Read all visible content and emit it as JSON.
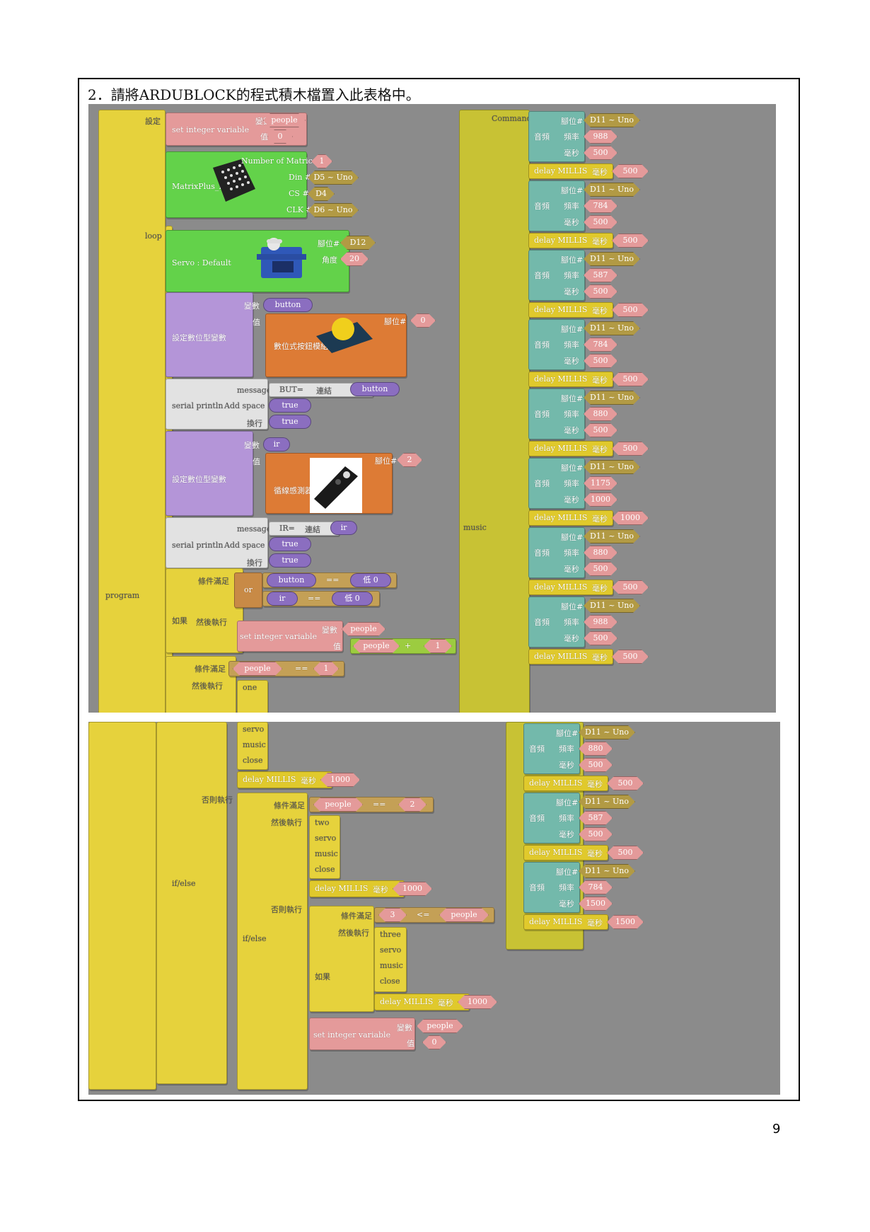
{
  "heading": "2．請將ARDUBLOCK的程式積木檔置入此表格中。",
  "page_number": "9",
  "left": {
    "program": "program",
    "setup": "設定",
    "loop": "loop",
    "set_int_label": "set integer variable",
    "var_label": "變數",
    "val_label": "值",
    "people": "people",
    "zero": "0",
    "one": "1",
    "two": "2",
    "three": "3",
    "matrix_label": "MatrixPlus_Init",
    "num_matrices": "Number of Matrices",
    "din": "Din #",
    "cs": "CS #",
    "clk": "CLK #",
    "din_val": "D5 ~ Uno",
    "cs_val": "D4",
    "clk_val": "D6 ~ Uno",
    "servo_label": "Servo : Default",
    "pin_label": "腳位#",
    "angle_label": "角度",
    "servo_pin": "D12",
    "servo_angle": "20",
    "set_digital": "設定數位型變數",
    "button": "button",
    "ir": "ir",
    "button_module": "數位式按鈕模組",
    "ir_module": "循線感測器",
    "pin0": "0",
    "pin2": "2",
    "serial": "serial println",
    "message": "message",
    "addspace": "Add space",
    "newline": "換行",
    "true": "true",
    "but_eq": "BUT=",
    "ir_eq": "IR=",
    "concat": "連結",
    "if_label": "如果",
    "cond": "條件滿足",
    "then": "然後執行",
    "else_do": "否則執行",
    "ifelse": "if/else",
    "or": "or",
    "eqeq": "==",
    "low0": "低 0",
    "plus": "+",
    "le": "<=",
    "sub_one": "one",
    "sub_two": "two",
    "sub_three": "three",
    "sub_servo": "servo",
    "sub_music": "music",
    "sub_close": "close",
    "delay": "delay MILLIS",
    "ms": "毫秒",
    "d1000": "1000"
  },
  "music": {
    "commands": "Commands",
    "label": "music",
    "tone": "音頻",
    "pin": "腳位#",
    "freq": "頻率",
    "ms": "毫秒",
    "delay": "delay MILLIS",
    "pin_val": "D11 ~ Uno",
    "notes": [
      {
        "f": "988",
        "d": "500",
        "w": "500"
      },
      {
        "f": "784",
        "d": "500",
        "w": "500"
      },
      {
        "f": "587",
        "d": "500",
        "w": "500"
      },
      {
        "f": "784",
        "d": "500",
        "w": "500"
      },
      {
        "f": "880",
        "d": "500",
        "w": "500"
      },
      {
        "f": "1175",
        "d": "1000",
        "w": "1000"
      },
      {
        "f": "880",
        "d": "500",
        "w": "500"
      },
      {
        "f": "988",
        "d": "500",
        "w": "500"
      },
      {
        "f": "880",
        "d": "500",
        "w": "500"
      },
      {
        "f": "587",
        "d": "500",
        "w": "500"
      },
      {
        "f": "784",
        "d": "1500",
        "w": "1500"
      }
    ]
  }
}
